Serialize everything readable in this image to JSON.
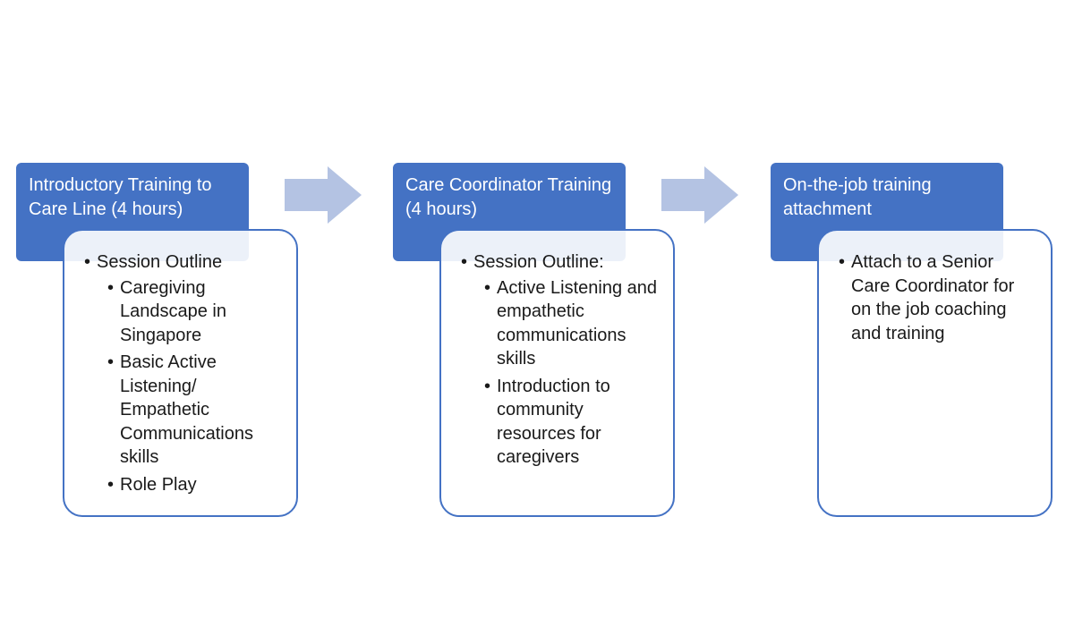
{
  "colors": {
    "header_fill": "#4472C4",
    "card_border": "#4472C4",
    "arrow_fill": "#B4C3E3"
  },
  "stages": [
    {
      "title": "Introductory Training to Care Line (4 hours)",
      "items": [
        {
          "text": "Session Outline",
          "children": [
            "Caregiving Landscape in Singapore",
            "Basic Active Listening/ Empathetic Communications skills",
            "Role Play"
          ]
        }
      ]
    },
    {
      "title": "Care Coordinator Training (4 hours)",
      "items": [
        {
          "text": "Session Outline:",
          "children": [
            "Active Listening and empathetic communications skills",
            "Introduction to community resources for caregivers"
          ]
        }
      ]
    },
    {
      "title": "On-the-job training attachment",
      "items": [
        {
          "text": "Attach to a Senior Care Coordinator for on the job coaching and training",
          "children": []
        }
      ]
    }
  ]
}
